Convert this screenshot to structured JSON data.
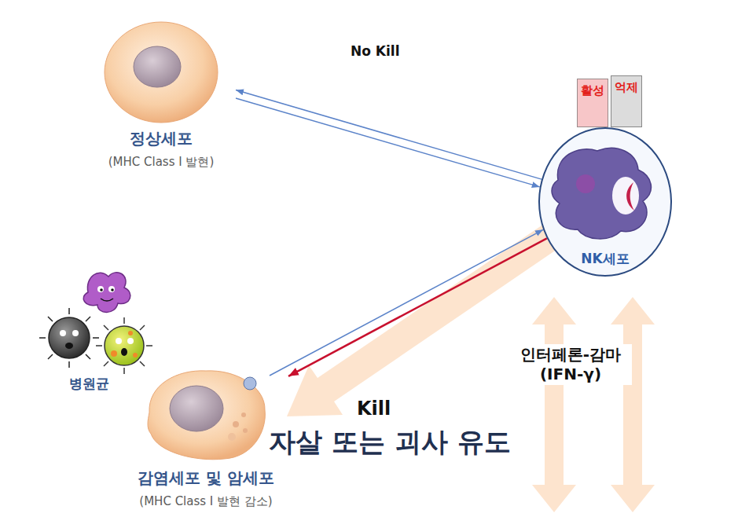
{
  "diagram": {
    "nodes": [
      {
        "text": [
          "정상세포",
          "(MHC Class I 발현)"
        ]
      },
      {
        "text": [
          "NK세포"
        ]
      },
      {
        "text": [
          "활성"
        ]
      },
      {
        "text": [
          "억제"
        ]
      },
      {
        "text": [
          "감염세포 및 암세포",
          "(MHC Class I 발현 감소)"
        ]
      }
    ],
    "edges": [
      {
        "from": 1,
        "to": 0,
        "arrow": "to",
        "label": "No Kill"
      },
      {
        "from": 0,
        "to": 1,
        "arrow": "to"
      },
      {
        "from": 4,
        "to": 1,
        "arrow": "to"
      },
      {
        "from": 1,
        "to": 4,
        "arrow": "to",
        "label": "Kill"
      }
    ],
    "labels": [
      "병원균",
      "자살 또는 괴사 유도",
      "인터페론-감마 (IFN-γ)"
    ]
  }
}
